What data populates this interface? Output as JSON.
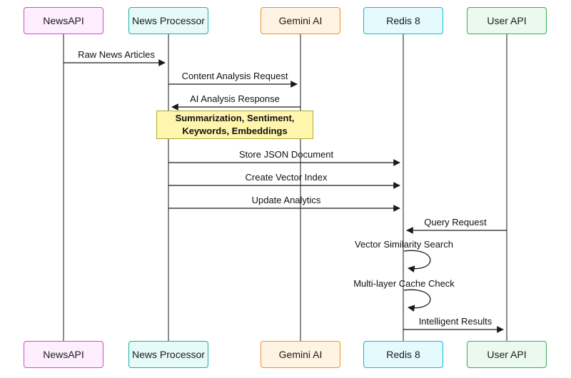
{
  "diagram": {
    "type": "sequence-diagram",
    "participants": [
      {
        "name": "NewsAPI",
        "border_color": "#cf4ccf",
        "fill_color": "#fdeffd"
      },
      {
        "name": "News Processor",
        "border_color": "#17b3a3",
        "fill_color": "#e6faf7"
      },
      {
        "name": "Gemini AI",
        "border_color": "#ef9226",
        "fill_color": "#fff3e3"
      },
      {
        "name": "Redis 8",
        "border_color": "#0fbcd4",
        "fill_color": "#e4fafd"
      },
      {
        "name": "User API",
        "border_color": "#3aab5d",
        "fill_color": "#eafaef"
      }
    ],
    "messages": [
      {
        "label": "Raw News Articles",
        "from": "NewsAPI",
        "to": "News Processor"
      },
      {
        "label": "Content Analysis Request",
        "from": "News Processor",
        "to": "Gemini AI"
      },
      {
        "label": "AI Analysis Response",
        "from": "Gemini AI",
        "to": "News Processor"
      },
      {
        "label": "Store JSON Document",
        "from": "News Processor",
        "to": "Redis 8"
      },
      {
        "label": "Create Vector Index",
        "from": "News Processor",
        "to": "Redis 8"
      },
      {
        "label": "Update Analytics",
        "from": "News Processor",
        "to": "Redis 8"
      },
      {
        "label": "Query Request",
        "from": "User API",
        "to": "Redis 8"
      },
      {
        "label": "Vector Similarity Search",
        "from": "Redis 8",
        "to": "Redis 8"
      },
      {
        "label": "Multi-layer Cache Check",
        "from": "Redis 8",
        "to": "Redis 8"
      },
      {
        "label": "Intelligent Results",
        "from": "Redis 8",
        "to": "User API"
      }
    ],
    "note": {
      "text": "Summarization, Sentiment,\nKeywords, Embeddings",
      "fill_color": "#fff5ad",
      "border_color": "#aaaa33"
    },
    "line_color": "#1a1a1a"
  }
}
